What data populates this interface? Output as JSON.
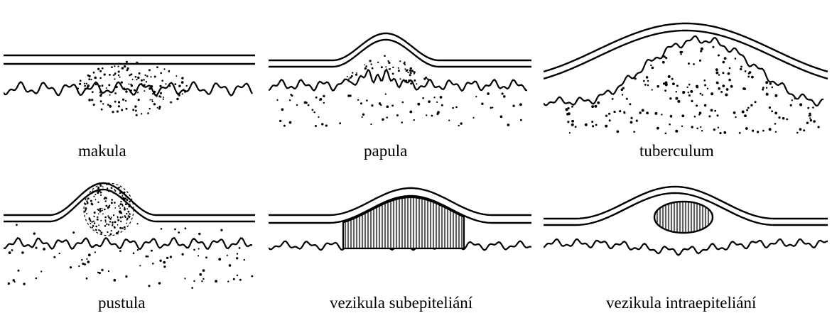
{
  "figure": {
    "panels": [
      {
        "key": "macule",
        "label": "makula"
      },
      {
        "key": "papule",
        "label": "papula"
      },
      {
        "key": "tubercle",
        "label": "tuberculum"
      },
      {
        "key": "pustule",
        "label": "pustula"
      },
      {
        "key": "subepithelial-vesicle",
        "label": "vezikula subepiteliání"
      },
      {
        "key": "intraepithelial-vesicle",
        "label": "vezikula intraepiteliání"
      }
    ]
  },
  "colors": {
    "ink": "#000000",
    "background": "#ffffff"
  }
}
